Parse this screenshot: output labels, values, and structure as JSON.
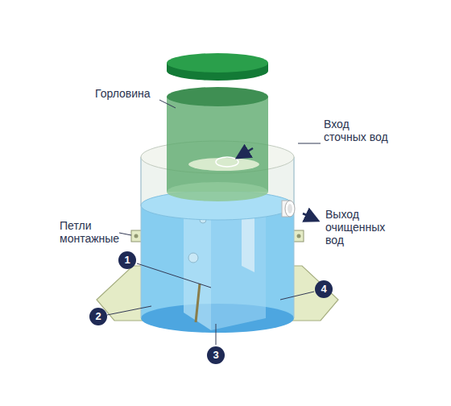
{
  "diagram": {
    "labels": [
      "Горловина",
      "Вход сточных вод",
      "Выход очищенных вод",
      "Петли монтажные",
      "1",
      "2",
      "3",
      "4"
    ]
  }
}
